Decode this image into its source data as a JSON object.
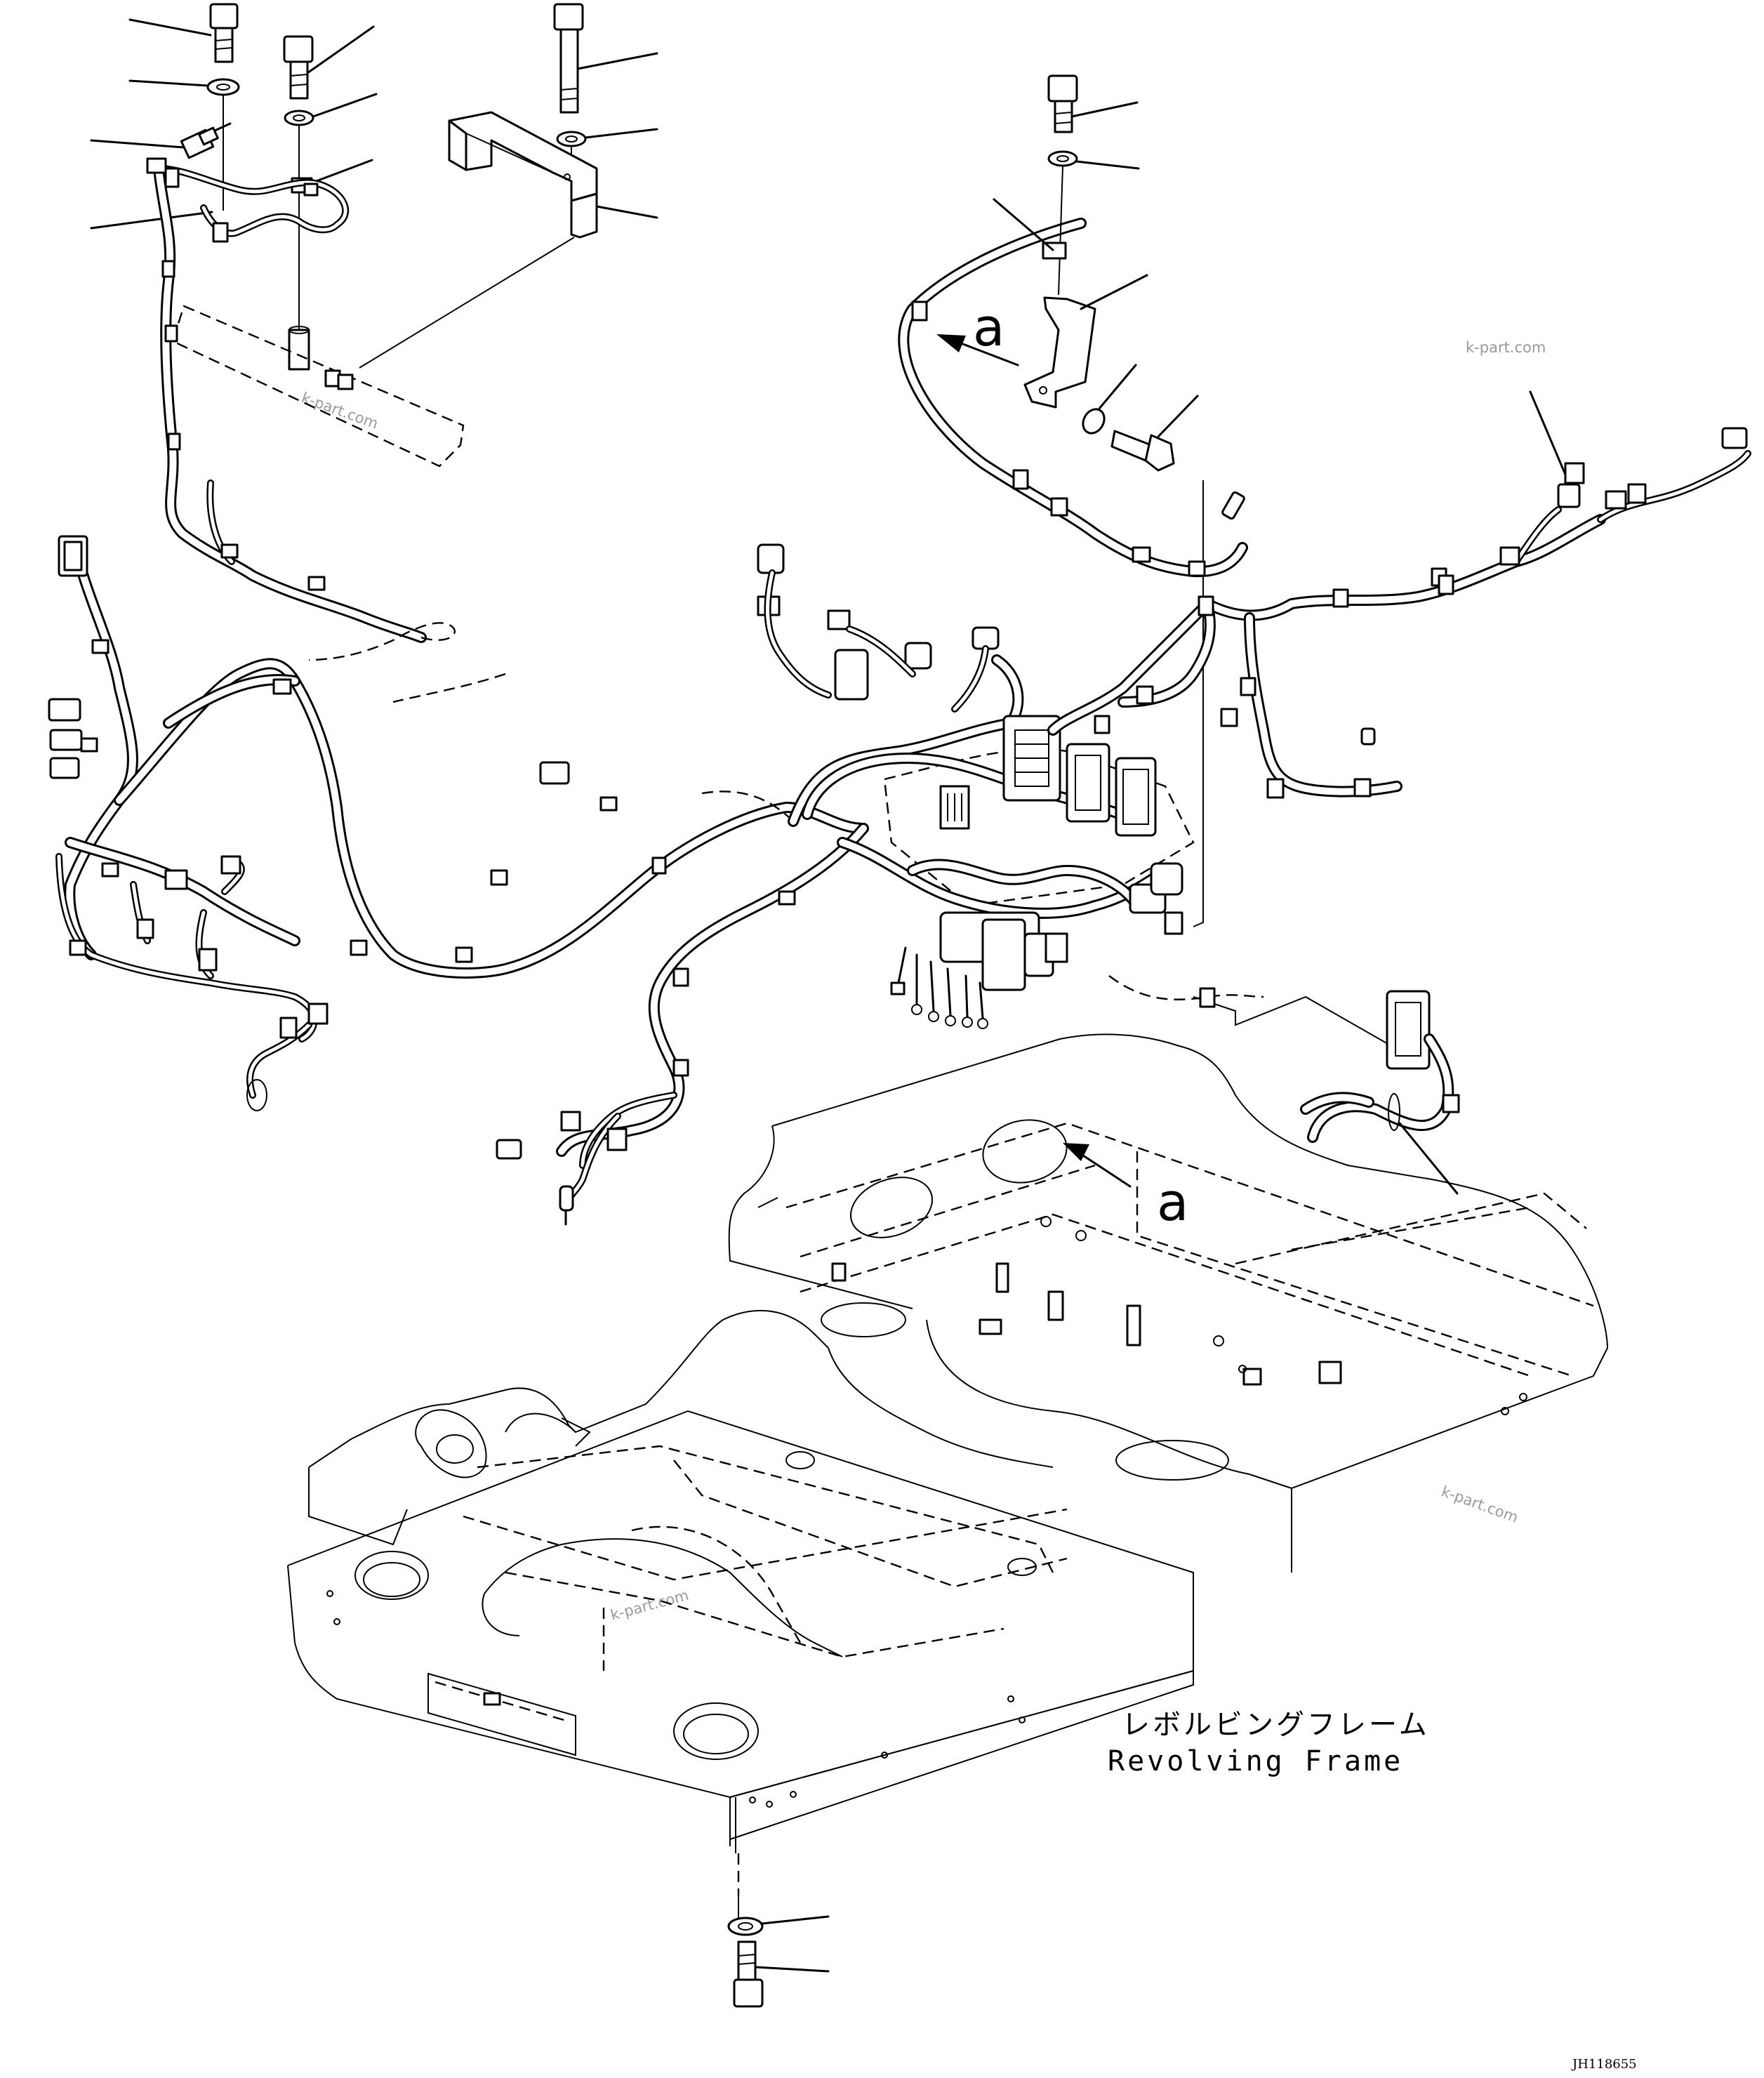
{
  "diagram": {
    "view_label_top": "a",
    "view_label_frame": "a",
    "frame_label_jp": "レボルビングフレーム",
    "frame_label_en": "Revolving Frame",
    "watermarks": [
      "k-part.com",
      "k-part.com",
      "k-part.com",
      "k-part.com"
    ],
    "drawing_id": "JH118655"
  }
}
